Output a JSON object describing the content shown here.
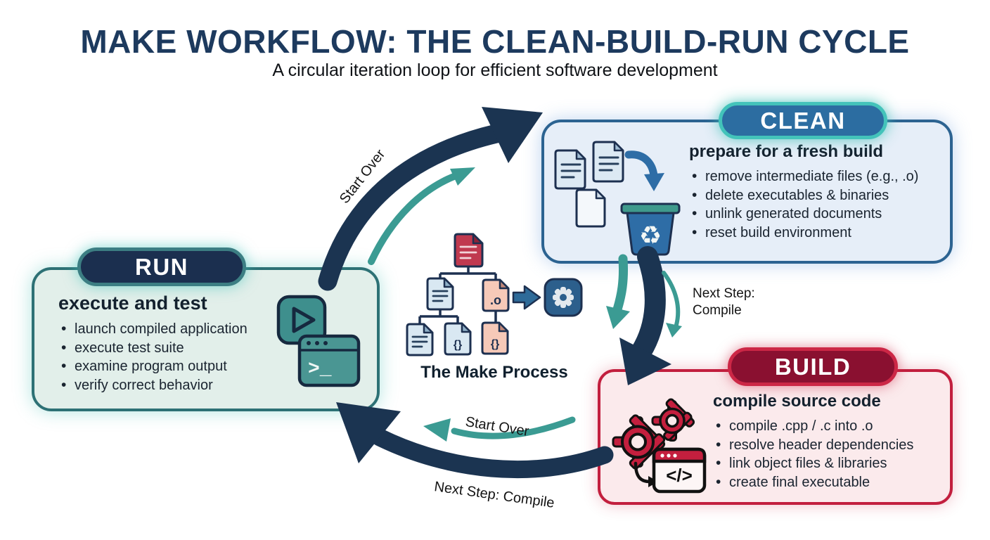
{
  "header": {
    "title": "MAKE WORKFLOW: THE CLEAN-BUILD-RUN CYCLE",
    "subtitle": "A circular iteration loop for efficient software development"
  },
  "stages": {
    "clean": {
      "label": "CLEAN",
      "heading": "prepare for a fresh build",
      "bullets": [
        "remove intermediate files (e.g., .o)",
        "delete executables & binaries",
        "unlink generated documents",
        "reset build environment"
      ]
    },
    "build": {
      "label": "BUILD",
      "heading": "compile source code",
      "bullets": [
        "compile .cpp / .c into .o",
        "resolve header dependencies",
        "link object files & libraries",
        "create final executable"
      ]
    },
    "run": {
      "label": "RUN",
      "heading": "execute and test",
      "bullets": [
        "launch compiled application",
        "execute test suite",
        "examine program output",
        "verify correct behavior"
      ]
    }
  },
  "center": {
    "caption": "The Make Process",
    "object_file_label": ".o",
    "header_file_label": "{}",
    "source_file_label": "{}",
    "recycle_symbol": "♻",
    "terminal_prompt": ">_",
    "code_tag": "</>"
  },
  "arrows": {
    "start_over_top": "Start Over",
    "next_step_right_line1": "Next Step:",
    "next_step_right_line2": "Compile",
    "start_over_bottom": "Start Over",
    "next_step_bottom": "Next Step: Compile"
  },
  "colors": {
    "navy_arrow": "#1b3451",
    "teal_arrow": "#3b9b93",
    "clean_fill": "#e6eef8",
    "clean_border": "#2c6391",
    "clean_badge": "#2c6da1",
    "badge_teal_ring": "#43c3ba",
    "run_fill": "#e2efea",
    "run_border": "#2d7175",
    "run_badge": "#1b2f4f",
    "build_fill": "#fbeaec",
    "build_border": "#c21f3e",
    "build_badge": "#8a1030"
  }
}
